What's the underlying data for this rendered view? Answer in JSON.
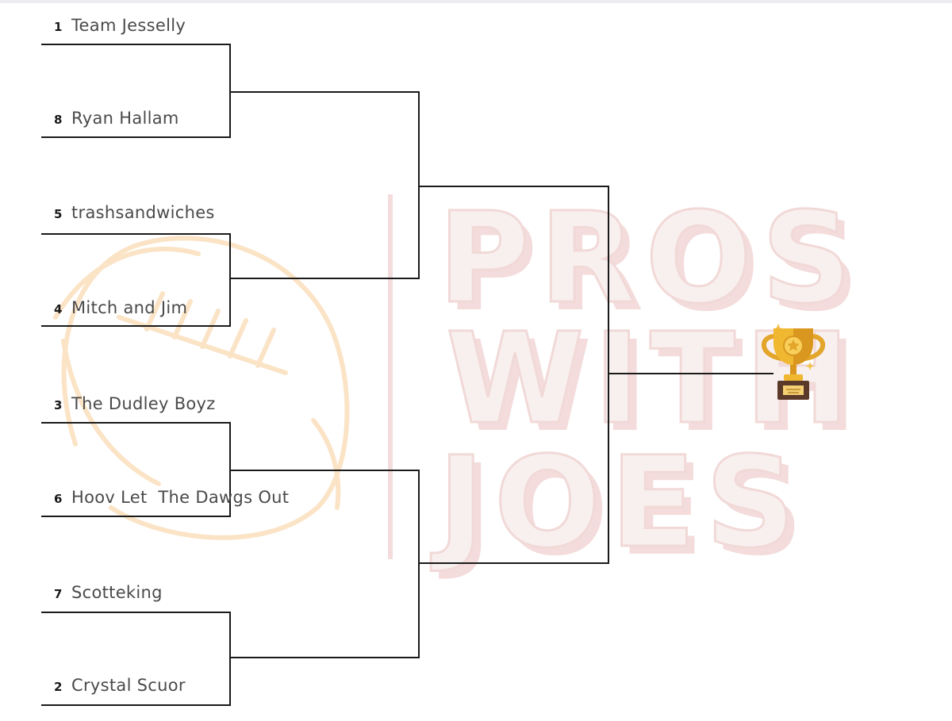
{
  "teams": [
    {
      "seed": "1",
      "name": "Team Jesselly"
    },
    {
      "seed": "8",
      "name": "Ryan Hallam"
    },
    {
      "seed": "5",
      "name": "trashsandwiches"
    },
    {
      "seed": "4",
      "name": "Mitch and Jim"
    },
    {
      "seed": "3",
      "name": "The Dudley Boyz"
    },
    {
      "seed": "6",
      "name": "Hoov Let  The Dawgs Out"
    },
    {
      "seed": "7",
      "name": "Scotteking"
    },
    {
      "seed": "2",
      "name": "Crystal Scuor"
    }
  ],
  "watermark": {
    "line1": "PROS",
    "line2": "WITH",
    "line3": "JOES",
    "icon": "football-icon"
  },
  "trophy": {
    "icon": "trophy-icon"
  },
  "colors": {
    "bracket_line": "#1a1a1a",
    "watermark_red": "#f1d9d7",
    "watermark_orange": "#fbe3c6",
    "trophy_gold": "#e3a52a"
  }
}
